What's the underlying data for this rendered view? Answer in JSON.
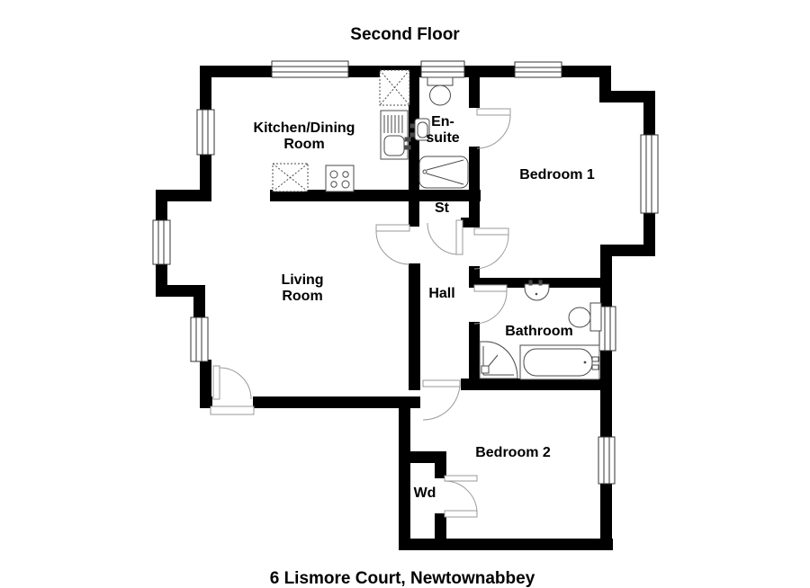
{
  "title": "Second Floor",
  "caption": "6 Lismore Court, Newtownabbey",
  "rooms": {
    "kitchen_dining": {
      "line1": "Kitchen/Dining",
      "line2": "Room"
    },
    "ensuite": {
      "line1": "En-",
      "line2": "suite"
    },
    "bedroom1": {
      "label": "Bedroom 1"
    },
    "store": {
      "label": "St"
    },
    "living": {
      "line1": "Living",
      "line2": "Room"
    },
    "hall": {
      "label": "Hall"
    },
    "bathroom": {
      "label": "Bathroom"
    },
    "bedroom2": {
      "label": "Bedroom 2"
    },
    "wardrobe": {
      "label": "Wd"
    }
  },
  "fixture_symbols": [
    "toilet",
    "wash-basin",
    "shower-tray",
    "bath",
    "hob",
    "sink-drainer",
    "base-unit",
    "window",
    "door-swing"
  ],
  "colors": {
    "wall": "#000000",
    "door_swing": "#9a9a9a",
    "fixture": "#4a4a4a",
    "background": "#ffffff"
  }
}
